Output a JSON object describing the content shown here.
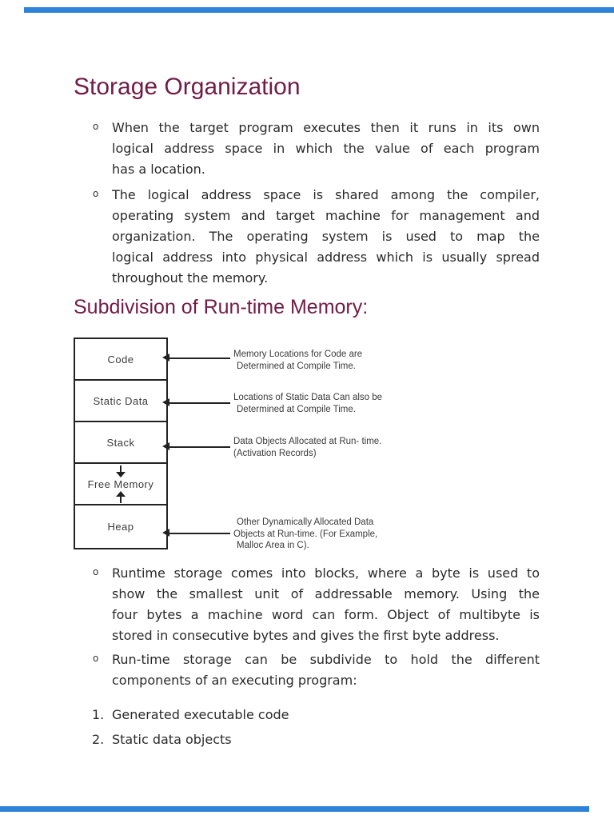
{
  "page": {
    "title": "Storage Organization",
    "section_heading": "Subdivision of Run-time Memory:"
  },
  "colors": {
    "heading_maroon": "#721c47",
    "body_text": "#2a2a2a",
    "diagram_text": "#3b3b3b",
    "diagram_line": "#222222",
    "divider_blue": "#2e82d8"
  },
  "bullets": [
    {
      "marker": "o",
      "lines": [
        "When the target program executes then it runs in its own",
        "logical address space in which the value of each program",
        "has a location."
      ]
    },
    {
      "marker": "o",
      "lines": [
        "The logical address space is shared among the compiler,",
        "operating system and target machine for management and",
        "organization. The operating system is used to map the",
        "logical address into physical address which is usually spread",
        "throughout the memory."
      ]
    },
    {
      "marker": "o",
      "lines": [
        "Runtime storage comes into blocks, where a byte is used to",
        "show the smallest unit of addressable memory. Using the",
        "four bytes a machine word can form. Object of multibyte is",
        "stored in consecutive bytes and gives the first byte address."
      ]
    },
    {
      "marker": "o",
      "lines": [
        "Run-time storage can be subdivide to hold the different",
        "components of an executing program:"
      ]
    }
  ],
  "numbered_list": [
    {
      "number": "1.",
      "text": "Generated executable code"
    },
    {
      "number": "2.",
      "text": "Static data objects"
    }
  ],
  "diagram": {
    "box_labels": [
      "Code",
      "Static Data",
      "Stack",
      "Free Memory",
      "Heap"
    ],
    "annotations": [
      {
        "lines": [
          "Memory Locations for Code are",
          "Determined at Compile Time."
        ]
      },
      {
        "lines": [
          "Locations of Static Data Can also be",
          "Determined at Compile Time."
        ]
      },
      {
        "lines": [
          "Data Objects Allocated at Run- time.",
          "(Activation Records)"
        ]
      },
      {
        "lines": [
          "Other Dynamically Allocated Data",
          "Objects at Run-time. (For Example,",
          "Malloc Area in C)."
        ]
      }
    ]
  }
}
